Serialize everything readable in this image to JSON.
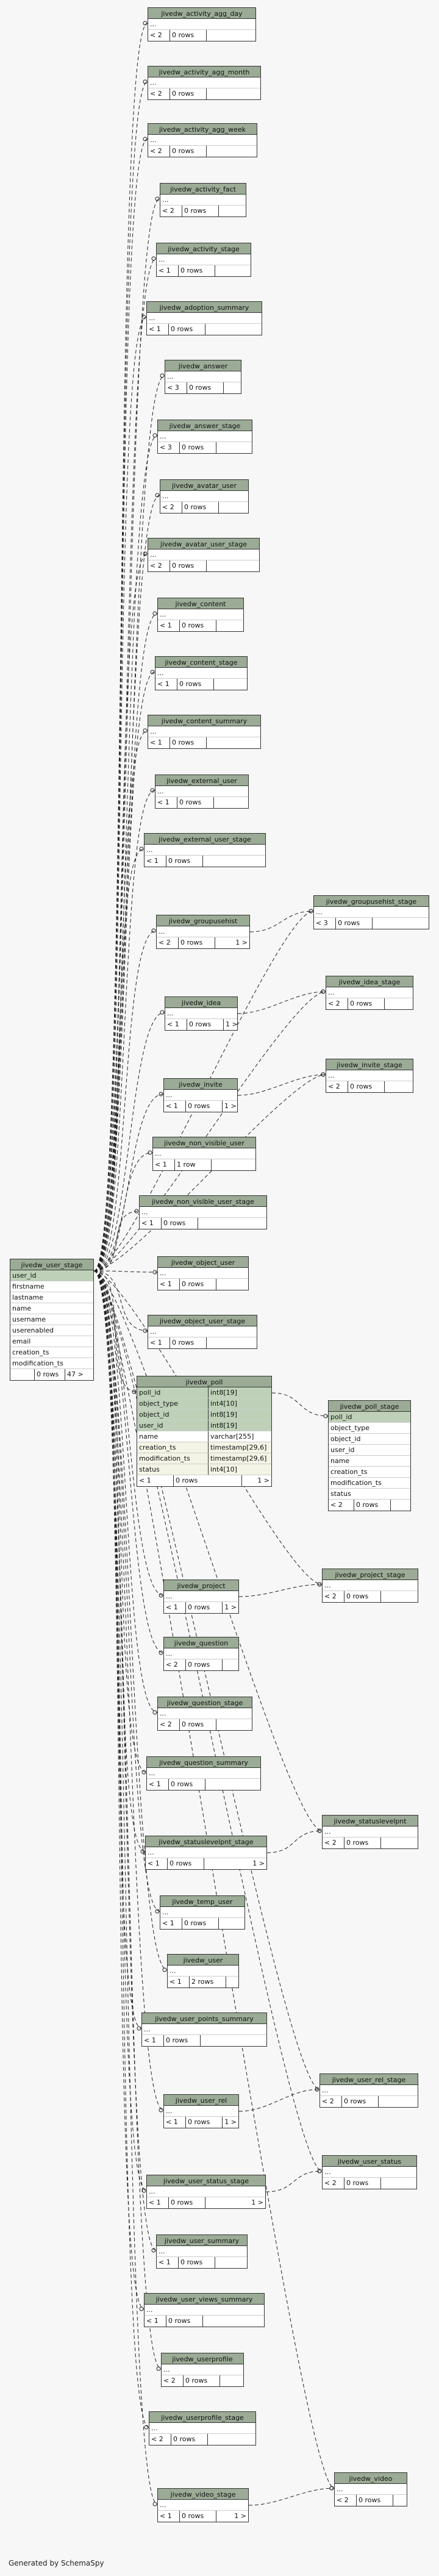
{
  "credit": "Generated by SchemaSpy",
  "main_table": {
    "title": "jivedw_user_stage",
    "columns": [
      "user_id",
      "firstname",
      "lastname",
      "name",
      "username",
      "userenabled",
      "email",
      "creation_ts",
      "modification_ts"
    ],
    "footer": [
      "",
      "0 rows",
      "47 >"
    ]
  },
  "poll_table": {
    "title": "jivedw_poll",
    "columns": [
      {
        "name": "poll_id",
        "type": "int8[19]",
        "key": true
      },
      {
        "name": "object_type",
        "type": "int4[10]",
        "key": true
      },
      {
        "name": "object_id",
        "type": "int8[19]",
        "key": true
      },
      {
        "name": "user_id",
        "type": "int8[19]",
        "key": true
      },
      {
        "name": "name",
        "type": "varchar[255]",
        "key": false
      },
      {
        "name": "creation_ts",
        "type": "timestamp[29,6]",
        "key": false
      },
      {
        "name": "modification_ts",
        "type": "timestamp[29,6]",
        "key": false
      },
      {
        "name": "status",
        "type": "int4[10]",
        "key": false
      }
    ],
    "footer": [
      "< 1",
      "0 rows",
      "1 >"
    ]
  },
  "poll_stage": {
    "title": "jivedw_poll_stage",
    "columns": [
      "poll_id",
      "object_type",
      "object_id",
      "user_id",
      "name",
      "creation_ts",
      "modification_ts",
      "status"
    ],
    "footer": [
      "< 2",
      "0 rows",
      ""
    ]
  },
  "tables": [
    {
      "id": "t01",
      "title": "jivedw_activity_agg_day",
      "footer": [
        "< 2",
        "0 rows",
        ""
      ]
    },
    {
      "id": "t02",
      "title": "jivedw_activity_agg_month",
      "footer": [
        "< 2",
        "0 rows",
        ""
      ]
    },
    {
      "id": "t03",
      "title": "jivedw_activity_agg_week",
      "footer": [
        "< 2",
        "0 rows",
        ""
      ]
    },
    {
      "id": "t04",
      "title": "jivedw_activity_fact",
      "footer": [
        "< 2",
        "0 rows",
        ""
      ]
    },
    {
      "id": "t05",
      "title": "jivedw_activity_stage",
      "footer": [
        "< 1",
        "0 rows",
        ""
      ]
    },
    {
      "id": "t06",
      "title": "jivedw_adoption_summary",
      "footer": [
        "< 1",
        "0 rows",
        ""
      ]
    },
    {
      "id": "t07",
      "title": "jivedw_answer",
      "footer": [
        "< 3",
        "0 rows",
        ""
      ]
    },
    {
      "id": "t08",
      "title": "jivedw_answer_stage",
      "footer": [
        "< 3",
        "0 rows",
        ""
      ]
    },
    {
      "id": "t09",
      "title": "jivedw_avatar_user",
      "footer": [
        "< 2",
        "0 rows",
        ""
      ]
    },
    {
      "id": "t10",
      "title": "jivedw_avatar_user_stage",
      "footer": [
        "< 2",
        "0 rows",
        ""
      ]
    },
    {
      "id": "t11",
      "title": "jivedw_content",
      "footer": [
        "< 1",
        "0 rows",
        ""
      ]
    },
    {
      "id": "t12",
      "title": "jivedw_content_stage",
      "footer": [
        "< 1",
        "0 rows",
        ""
      ]
    },
    {
      "id": "t13",
      "title": "jivedw_content_summary",
      "footer": [
        "< 1",
        "0 rows",
        ""
      ]
    },
    {
      "id": "t14",
      "title": "jivedw_external_user",
      "footer": [
        "< 1",
        "0 rows",
        ""
      ]
    },
    {
      "id": "t15",
      "title": "jivedw_external_user_stage",
      "footer": [
        "< 1",
        "0 rows",
        ""
      ]
    },
    {
      "id": "t16",
      "title": "jivedw_groupusehist",
      "footer": [
        "< 2",
        "0 rows",
        "1 >"
      ]
    },
    {
      "id": "t17",
      "title": "jivedw_groupusehist_stage",
      "footer": [
        "< 3",
        "0 rows",
        ""
      ]
    },
    {
      "id": "t18",
      "title": "jivedw_idea",
      "footer": [
        "< 1",
        "0 rows",
        "1 >"
      ]
    },
    {
      "id": "t19",
      "title": "jivedw_idea_stage",
      "footer": [
        "< 2",
        "0 rows",
        ""
      ]
    },
    {
      "id": "t20",
      "title": "jivedw_invite",
      "footer": [
        "< 1",
        "0 rows",
        "1 >"
      ]
    },
    {
      "id": "t21",
      "title": "jivedw_invite_stage",
      "footer": [
        "< 2",
        "0 rows",
        ""
      ]
    },
    {
      "id": "t22",
      "title": "jivedw_non_visible_user",
      "footer": [
        "< 1",
        "1 row",
        ""
      ]
    },
    {
      "id": "t23",
      "title": "jivedw_non_visible_user_stage",
      "footer": [
        "< 1",
        "0 rows",
        ""
      ]
    },
    {
      "id": "t24",
      "title": "jivedw_object_user",
      "footer": [
        "< 1",
        "0 rows",
        ""
      ]
    },
    {
      "id": "t25",
      "title": "jivedw_object_user_stage",
      "footer": [
        "< 1",
        "0 rows",
        ""
      ]
    },
    {
      "id": "t26",
      "title": "jivedw_project",
      "footer": [
        "< 1",
        "0 rows",
        "1 >"
      ]
    },
    {
      "id": "t27",
      "title": "jivedw_project_stage",
      "footer": [
        "< 2",
        "0 rows",
        ""
      ]
    },
    {
      "id": "t28",
      "title": "jivedw_question",
      "footer": [
        "< 2",
        "0 rows",
        ""
      ]
    },
    {
      "id": "t29",
      "title": "jivedw_question_stage",
      "footer": [
        "< 2",
        "0 rows",
        ""
      ]
    },
    {
      "id": "t30",
      "title": "jivedw_question_summary",
      "footer": [
        "< 1",
        "0 rows",
        ""
      ]
    },
    {
      "id": "t31",
      "title": "jivedw_statuslevelpnt",
      "footer": [
        "< 2",
        "0 rows",
        ""
      ]
    },
    {
      "id": "t32",
      "title": "jivedw_statuslevelpnt_stage",
      "footer": [
        "< 1",
        "0 rows",
        "1 >"
      ]
    },
    {
      "id": "t33",
      "title": "jivedw_temp_user",
      "footer": [
        "< 1",
        "0 rows",
        ""
      ]
    },
    {
      "id": "t34",
      "title": "jivedw_user",
      "footer": [
        "< 1",
        "2 rows",
        ""
      ]
    },
    {
      "id": "t35",
      "title": "jivedw_user_points_summary",
      "footer": [
        "< 1",
        "0 rows",
        ""
      ]
    },
    {
      "id": "t36",
      "title": "jivedw_user_rel",
      "footer": [
        "< 1",
        "0 rows",
        "1 >"
      ]
    },
    {
      "id": "t37",
      "title": "jivedw_user_rel_stage",
      "footer": [
        "< 2",
        "0 rows",
        ""
      ]
    },
    {
      "id": "t38",
      "title": "jivedw_user_status",
      "footer": [
        "< 2",
        "0 rows",
        ""
      ]
    },
    {
      "id": "t39",
      "title": "jivedw_user_status_stage",
      "footer": [
        "< 1",
        "0 rows",
        "1 >"
      ]
    },
    {
      "id": "t40",
      "title": "jivedw_user_summary",
      "footer": [
        "< 1",
        "0 rows",
        ""
      ]
    },
    {
      "id": "t41",
      "title": "jivedw_user_views_summary",
      "footer": [
        "< 1",
        "0 rows",
        ""
      ]
    },
    {
      "id": "t42",
      "title": "jivedw_userprofile",
      "footer": [
        "< 2",
        "0 rows",
        ""
      ]
    },
    {
      "id": "t43",
      "title": "jivedw_userprofile_stage",
      "footer": [
        "< 2",
        "0 rows",
        ""
      ]
    },
    {
      "id": "t44",
      "title": "jivedw_video",
      "footer": [
        "< 2",
        "0 rows",
        ""
      ]
    },
    {
      "id": "t45",
      "title": "jivedw_video_stage",
      "footer": [
        "< 1",
        "0 rows",
        "1 >"
      ]
    }
  ]
}
